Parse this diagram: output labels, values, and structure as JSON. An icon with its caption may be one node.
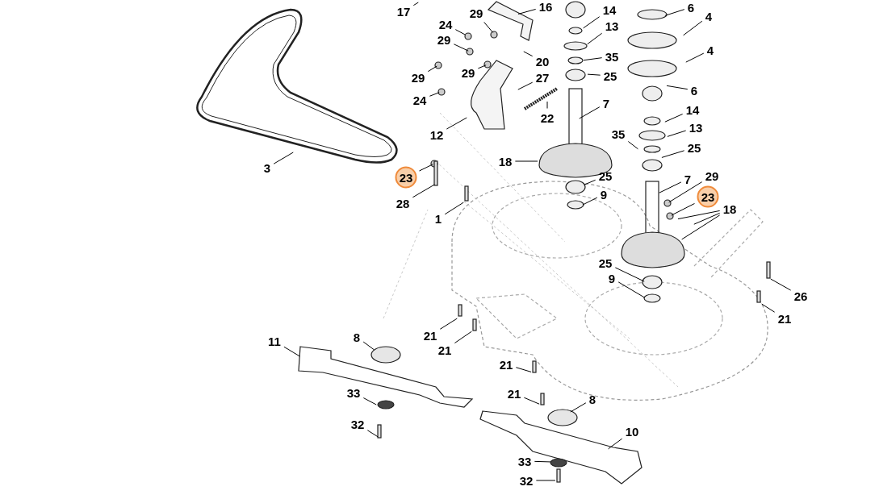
{
  "diagram": {
    "nodes": [
      {
        "text": [
          "17"
        ]
      },
      {
        "text": [
          "16"
        ]
      },
      {
        "text": [
          "14"
        ]
      },
      {
        "text": [
          "13"
        ]
      },
      {
        "text": [
          "35"
        ]
      },
      {
        "text": [
          "25"
        ]
      },
      {
        "text": [
          "20"
        ]
      },
      {
        "text": [
          "27"
        ]
      },
      {
        "text": [
          "22"
        ]
      },
      {
        "text": [
          "7"
        ]
      },
      {
        "text": [
          "6"
        ]
      },
      {
        "text": [
          "4"
        ]
      },
      {
        "text": [
          "4"
        ]
      },
      {
        "text": [
          "6"
        ]
      },
      {
        "text": [
          "14"
        ]
      },
      {
        "text": [
          "13"
        ]
      },
      {
        "text": [
          "35"
        ]
      },
      {
        "text": [
          "25"
        ]
      },
      {
        "text": [
          "24"
        ]
      },
      {
        "text": [
          "29"
        ]
      },
      {
        "text": [
          "29"
        ]
      },
      {
        "text": [
          "29"
        ]
      },
      {
        "text": [
          "29"
        ]
      },
      {
        "text": [
          "24"
        ]
      },
      {
        "text": [
          "12"
        ]
      },
      {
        "text": [
          "3"
        ]
      },
      {
        "text": [
          "18"
        ]
      },
      {
        "text": [
          "23"
        ]
      },
      {
        "text": [
          "28"
        ]
      },
      {
        "text": [
          "1"
        ]
      },
      {
        "text": [
          "25"
        ]
      },
      {
        "text": [
          "9"
        ]
      },
      {
        "text": [
          "7"
        ]
      },
      {
        "text": [
          "29"
        ]
      },
      {
        "text": [
          "23"
        ]
      },
      {
        "text": [
          "18"
        ]
      },
      {
        "text": [
          "25"
        ]
      },
      {
        "text": [
          "9"
        ]
      },
      {
        "text": [
          "26"
        ]
      },
      {
        "text": [
          "21"
        ]
      },
      {
        "text": [
          "21"
        ]
      },
      {
        "text": [
          "21"
        ]
      },
      {
        "text": [
          "11"
        ]
      },
      {
        "text": [
          "8"
        ]
      },
      {
        "text": [
          "33"
        ]
      },
      {
        "text": [
          "32"
        ]
      },
      {
        "text": [
          "21"
        ]
      },
      {
        "text": [
          "21"
        ]
      },
      {
        "text": [
          "8"
        ]
      },
      {
        "text": [
          "10"
        ]
      },
      {
        "text": [
          "33"
        ]
      },
      {
        "text": [
          "32"
        ]
      }
    ],
    "edges": [
      {
        "from": 0,
        "to": null,
        "arrow": "none"
      },
      {
        "from": 1,
        "to": null,
        "arrow": "none"
      },
      {
        "from": 2,
        "to": null,
        "arrow": "none"
      },
      {
        "from": 3,
        "to": null,
        "arrow": "none"
      },
      {
        "from": 4,
        "to": null,
        "arrow": "none"
      },
      {
        "from": 5,
        "to": null,
        "arrow": "none"
      },
      {
        "from": 6,
        "to": null,
        "arrow": "none"
      },
      {
        "from": 7,
        "to": null,
        "arrow": "none"
      },
      {
        "from": 8,
        "to": null,
        "arrow": "none"
      },
      {
        "from": 9,
        "to": null,
        "arrow": "none"
      },
      {
        "from": 10,
        "to": null,
        "arrow": "none"
      },
      {
        "from": 11,
        "to": null,
        "arrow": "none"
      },
      {
        "from": 12,
        "to": null,
        "arrow": "none"
      },
      {
        "from": 13,
        "to": null,
        "arrow": "none"
      },
      {
        "from": 14,
        "to": null,
        "arrow": "none"
      },
      {
        "from": 15,
        "to": null,
        "arrow": "none"
      },
      {
        "from": 16,
        "to": null,
        "arrow": "none"
      },
      {
        "from": 17,
        "to": null,
        "arrow": "none"
      },
      {
        "from": 18,
        "to": null,
        "arrow": "none"
      },
      {
        "from": 19,
        "to": null,
        "arrow": "none"
      },
      {
        "from": 20,
        "to": null,
        "arrow": "none"
      },
      {
        "from": 21,
        "to": null,
        "arrow": "none"
      },
      {
        "from": 22,
        "to": null,
        "arrow": "none"
      },
      {
        "from": 23,
        "to": null,
        "arrow": "none"
      },
      {
        "from": 24,
        "to": null,
        "arrow": "none"
      },
      {
        "from": 25,
        "to": null,
        "arrow": "none"
      },
      {
        "from": 26,
        "to": null,
        "arrow": "none"
      },
      {
        "from": 27,
        "to": null,
        "arrow": "none"
      },
      {
        "from": 28,
        "to": null,
        "arrow": "none"
      },
      {
        "from": 29,
        "to": null,
        "arrow": "none"
      },
      {
        "from": 30,
        "to": null,
        "arrow": "none"
      },
      {
        "from": 31,
        "to": null,
        "arrow": "none"
      },
      {
        "from": 32,
        "to": null,
        "arrow": "none"
      },
      {
        "from": 33,
        "to": null,
        "arrow": "none"
      },
      {
        "from": 34,
        "to": null,
        "arrow": "none"
      },
      {
        "from": 35,
        "to": null,
        "arrow": "none"
      },
      {
        "from": 35,
        "to": null,
        "arrow": "none"
      },
      {
        "from": 35,
        "to": null,
        "arrow": "none"
      },
      {
        "from": 36,
        "to": null,
        "arrow": "none"
      },
      {
        "from": 37,
        "to": null,
        "arrow": "none"
      },
      {
        "from": 38,
        "to": null,
        "arrow": "none"
      },
      {
        "from": 39,
        "to": null,
        "arrow": "none"
      },
      {
        "from": 40,
        "to": null,
        "arrow": "none"
      },
      {
        "from": 41,
        "to": null,
        "arrow": "none"
      },
      {
        "from": 42,
        "to": null,
        "arrow": "none"
      },
      {
        "from": 43,
        "to": null,
        "arrow": "none"
      },
      {
        "from": 44,
        "to": null,
        "arrow": "none"
      },
      {
        "from": 45,
        "to": null,
        "arrow": "none"
      },
      {
        "from": 46,
        "to": null,
        "arrow": "none"
      },
      {
        "from": 47,
        "to": null,
        "arrow": "none"
      },
      {
        "from": 48,
        "to": null,
        "arrow": "none"
      },
      {
        "from": 49,
        "to": null,
        "arrow": "none"
      },
      {
        "from": 50,
        "to": null,
        "arrow": "none"
      },
      {
        "from": 51,
        "to": null,
        "arrow": "none"
      }
    ]
  }
}
